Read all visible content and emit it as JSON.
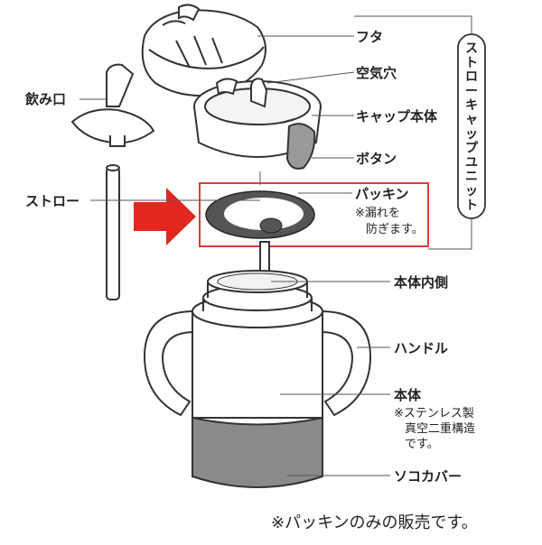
{
  "labels": {
    "lid": "フタ",
    "air_hole": "空気穴",
    "mouthpiece": "飲み口",
    "cap_body": "キャップ本体",
    "button": "ボタン",
    "straw": "ストロー",
    "gasket": "パッキン",
    "gasket_note_1": "※漏れを",
    "gasket_note_2": "防ぎます。",
    "body_inner": "本体内側",
    "handle": "ハンドル",
    "body": "本体",
    "body_note_1": "※ステンレス製",
    "body_note_2": "真空二重構造",
    "body_note_3": "です。",
    "bottom_cover": "ソコカバー",
    "unit_chars": [
      "ス",
      "ト",
      "ロ",
      "ー",
      "キ",
      "ャ",
      "ッ",
      "プ",
      "ユ",
      "ニ",
      "ッ",
      "ト"
    ]
  },
  "footnote": "※パッキンのみの販売です。",
  "colors": {
    "highlight": "#e53935",
    "arrow": "#e3261f",
    "outline": "#333333",
    "part_fill": "#ffffff",
    "bottom_cover": "#8a8a8a",
    "gasket": "#555555"
  }
}
